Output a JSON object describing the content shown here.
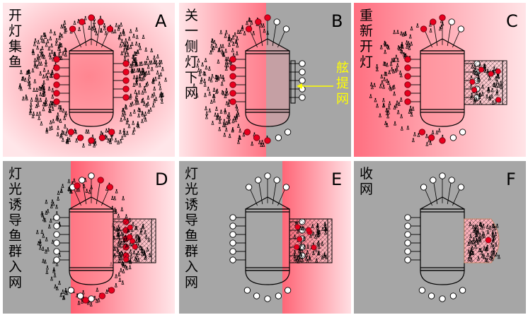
{
  "panels": [
    {
      "letter": "A",
      "caption": [
        "开",
        "灯",
        "集",
        "鱼"
      ],
      "light": "full-center",
      "lamps_lit": "all",
      "net": "none"
    },
    {
      "letter": "B",
      "caption": [
        "关",
        "一",
        "侧",
        "灯",
        "下",
        "网"
      ],
      "light": "left-half",
      "lamps_lit": "left",
      "net": "folded",
      "annotation": [
        "舷",
        "提",
        "网"
      ],
      "annotation_color": "#ffff00"
    },
    {
      "letter": "C",
      "caption": [
        "重",
        "新",
        "开",
        "灯"
      ],
      "light": "left-strong",
      "lamps_lit": "left",
      "net": "deployed"
    },
    {
      "letter": "D",
      "caption": [
        "灯",
        "光",
        "诱",
        "导",
        "鱼",
        "群",
        "入",
        "网"
      ],
      "light": "center-band",
      "lamps_lit": "mixed",
      "net": "deployed"
    },
    {
      "letter": "E",
      "caption": [
        "灯",
        "光",
        "诱",
        "导",
        "鱼",
        "群",
        "入",
        "网"
      ],
      "light": "right-band",
      "lamps_lit": "none",
      "net": "deployed"
    },
    {
      "letter": "F",
      "caption": [
        "收",
        "网"
      ],
      "light": "net-only",
      "lamps_lit": "none",
      "net": "closed"
    }
  ],
  "colors": {
    "background_gray": "#a6a6a6",
    "lamp_lit": "#e8001e",
    "lamp_off": "#ffffff",
    "light_glow": "#ff6b7a",
    "net_fill": "#ffb3bd",
    "outline": "#000000",
    "annotation": "#ffff00"
  }
}
